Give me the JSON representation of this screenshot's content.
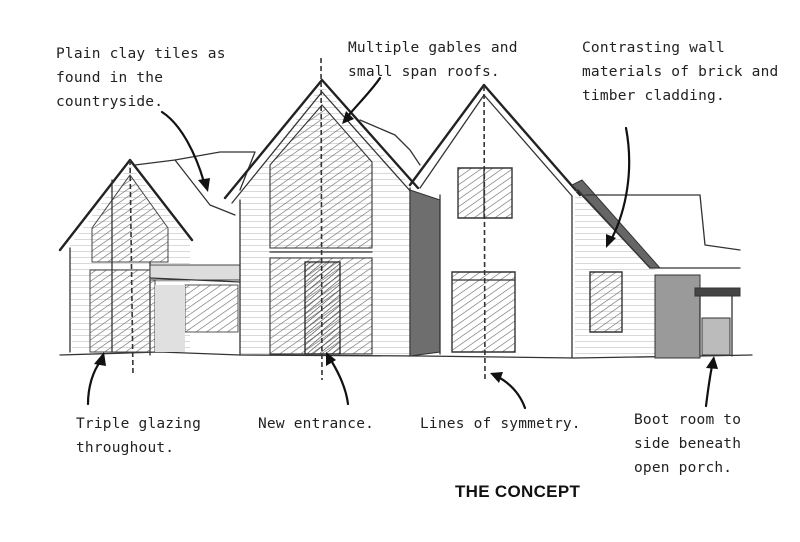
{
  "annotations": {
    "roof_tiles": "Plain clay tiles as\nfound in the\ncountryside.",
    "gables": "Multiple gables and\nsmall span roofs.",
    "wall_materials": "Contrasting wall\nmaterials of brick and\ntimber cladding.",
    "glazing": "Triple glazing\nthroughout.",
    "entrance": "New entrance.",
    "symmetry": "Lines of symmetry.",
    "boot_room": "Boot room to\nside beneath\nopen porch."
  },
  "caption": "THE CONCEPT"
}
